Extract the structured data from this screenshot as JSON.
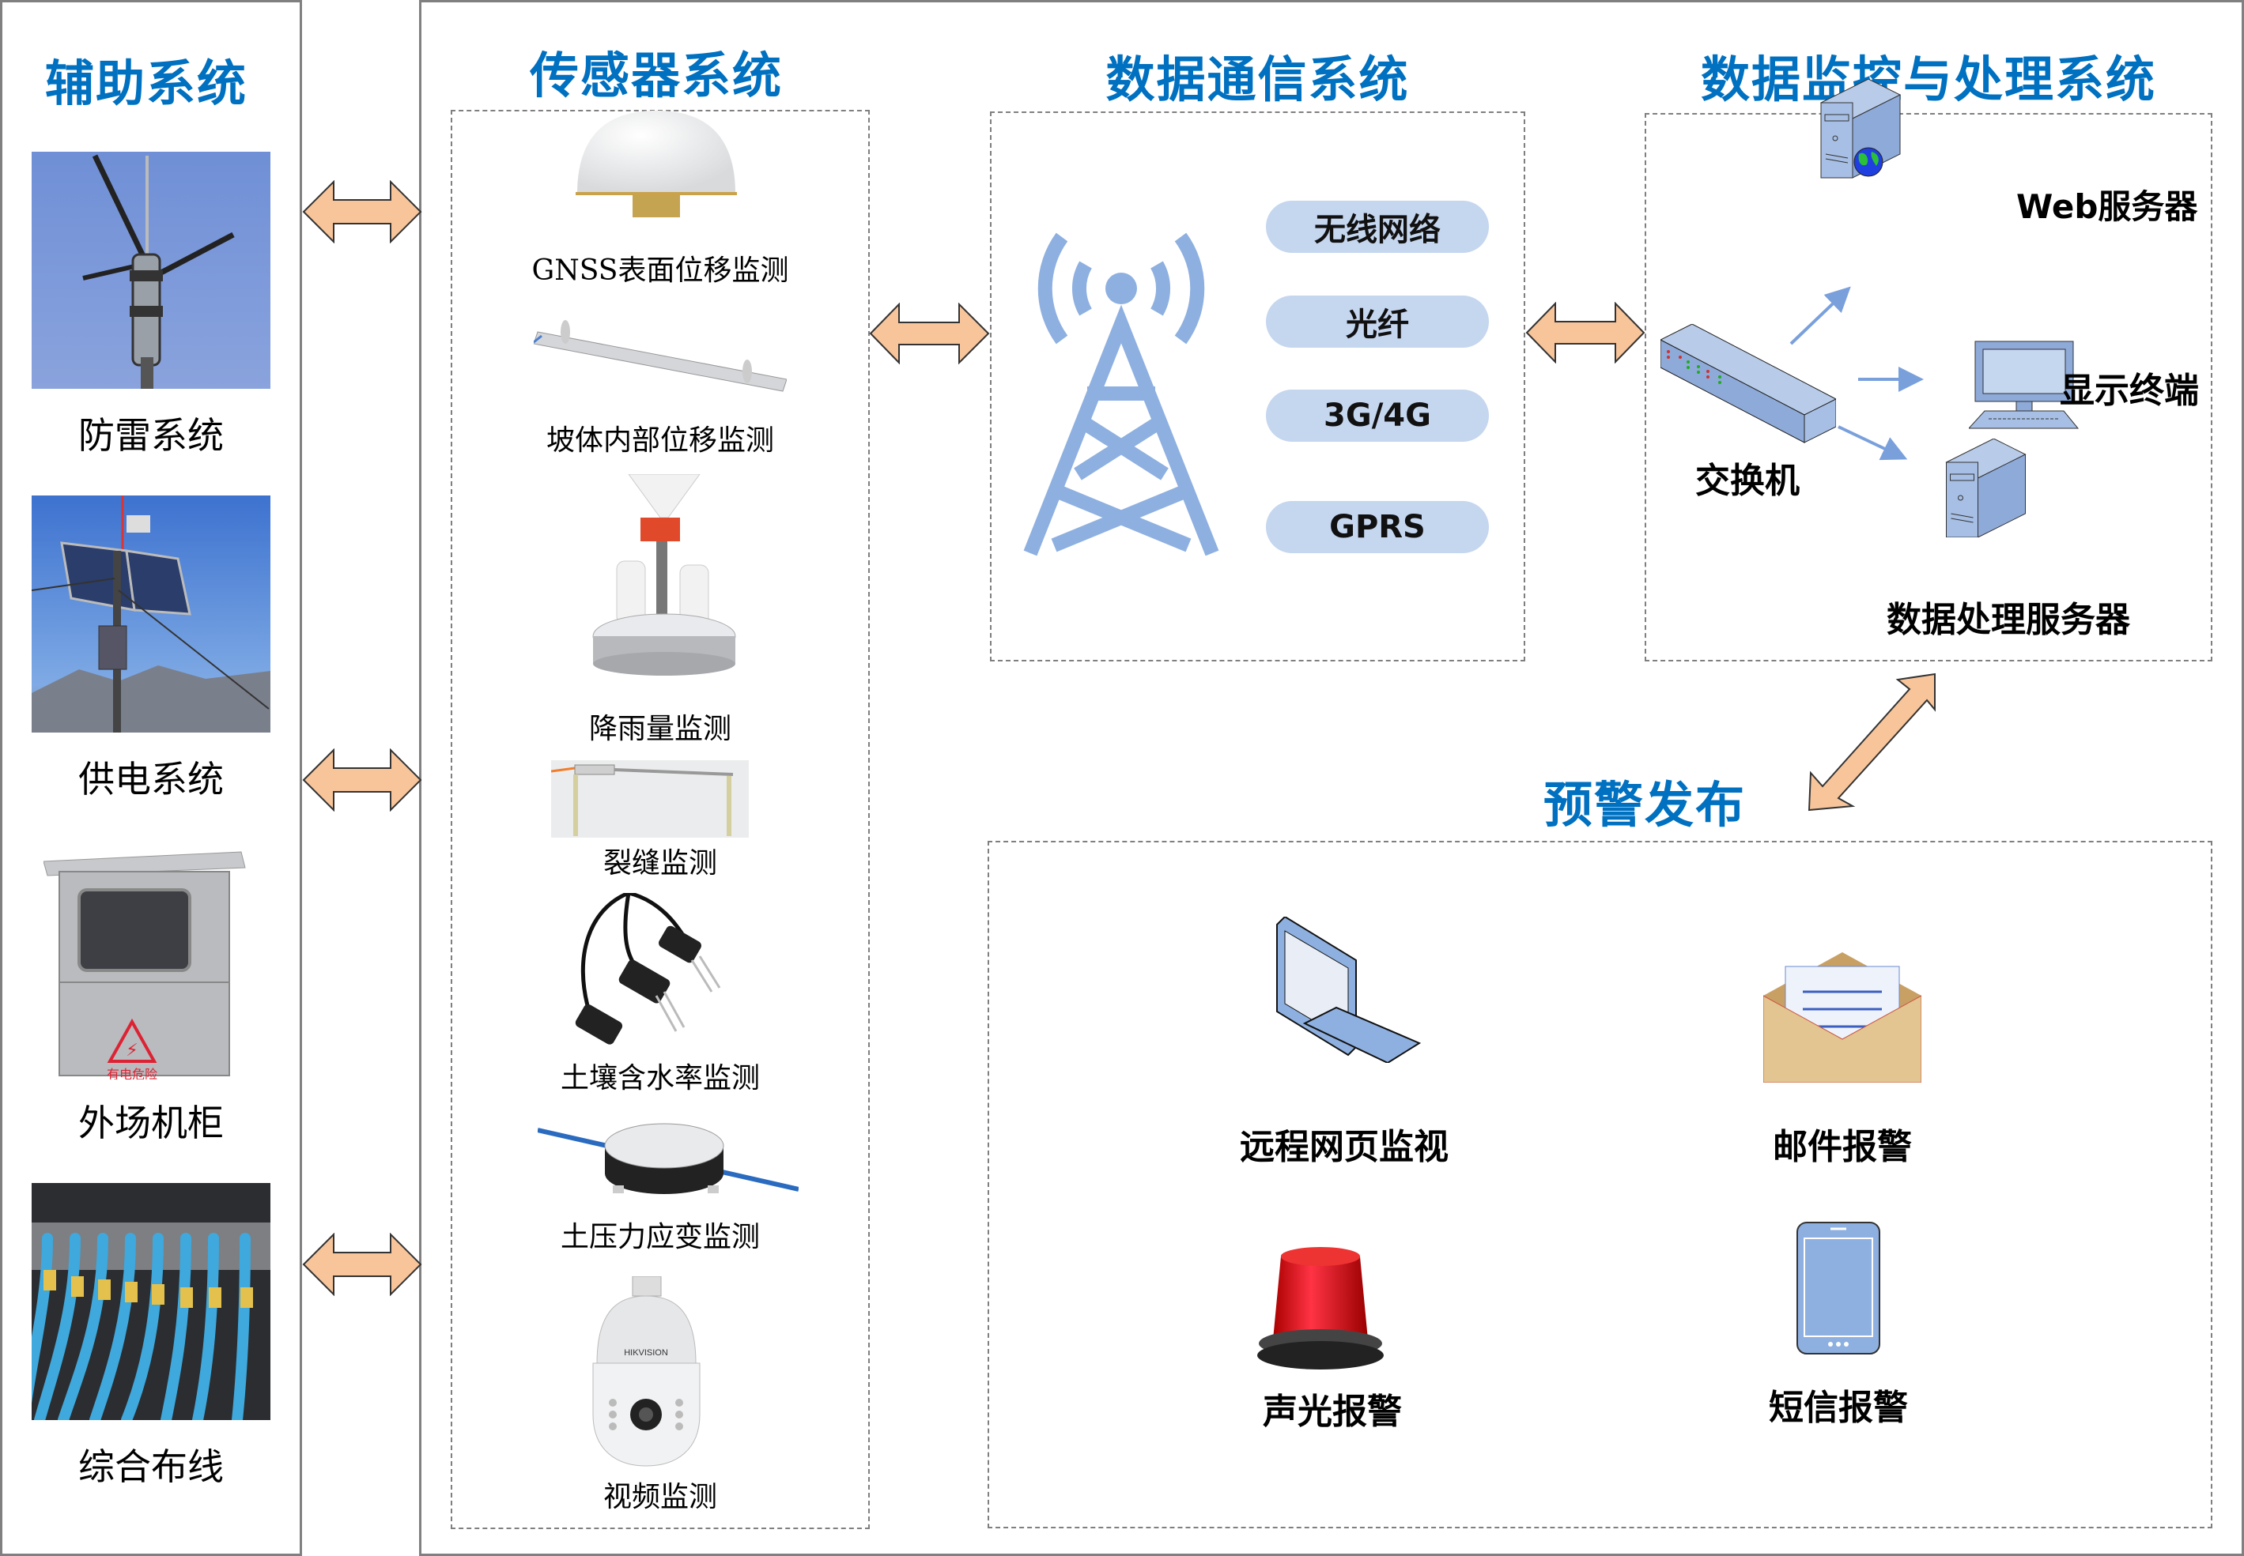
{
  "sections": {
    "auxiliary": {
      "title": "辅助系统",
      "items": [
        {
          "label": "防雷系统",
          "icon": "lightning-rod-photo"
        },
        {
          "label": "供电系统",
          "icon": "solar-power-pole-photo"
        },
        {
          "label": "外场机柜",
          "icon": "field-cabinet-photo",
          "sign_text": "有电危险"
        },
        {
          "label": "综合布线",
          "icon": "cabling-photo"
        }
      ]
    },
    "sensors": {
      "title": "传感器系统",
      "items": [
        {
          "label": "GNSS表面位移监测",
          "icon": "gnss-antenna"
        },
        {
          "label": "坡体内部位移监测",
          "icon": "inclinometer"
        },
        {
          "label": "降雨量监测",
          "icon": "rain-gauge"
        },
        {
          "label": "裂缝监测",
          "icon": "crack-meter"
        },
        {
          "label": "土壤含水率监测",
          "icon": "soil-moisture-sensor"
        },
        {
          "label": "土压力应变监测",
          "icon": "earth-pressure-cell"
        },
        {
          "label": "视频监测",
          "icon": "ptz-camera",
          "brand_text": "HIKVISION"
        }
      ]
    },
    "communication": {
      "title": "数据通信系统",
      "channels": [
        "无线网络",
        "光纤",
        "3G/4G",
        "GPRS"
      ],
      "icon": "signal-tower"
    },
    "monitoring": {
      "title": "数据监控与处理系统",
      "nodes": {
        "switch": "交换机",
        "web_server": "Web服务器",
        "display": "显示终端",
        "data_server": "数据处理服务器"
      }
    },
    "warning": {
      "title": "预警发布",
      "items": [
        {
          "label": "远程网页监视",
          "icon": "monitor"
        },
        {
          "label": "邮件报警",
          "icon": "envelope"
        },
        {
          "label": "声光报警",
          "icon": "siren"
        },
        {
          "label": "短信报警",
          "icon": "smartphone"
        }
      ]
    }
  },
  "colors": {
    "title_blue": "#0070c0",
    "arrow_fill": "#f8c59b",
    "icon_blue": "#8eb0e0",
    "pill_bg": "#c5d6ef"
  }
}
